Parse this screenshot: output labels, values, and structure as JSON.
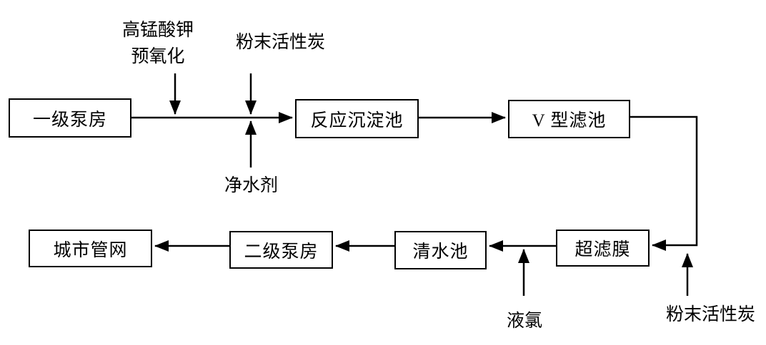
{
  "diagram_title": "water-treatment-process-flow",
  "nodes": {
    "primary_pump": "一级泵房",
    "reaction_sedimentation_tank": "反应沉淀池",
    "v_type_filter": "V 型滤池",
    "ultrafiltration_membrane": "超滤膜",
    "clear_water_tank": "清水池",
    "secondary_pump": "二级泵房",
    "city_pipe_network": "城市管网"
  },
  "annotations": {
    "potassium_permanganate_line1": "高锰酸钾",
    "potassium_permanganate_line2": "预氧化",
    "powdered_activated_carbon_top": "粉末活性炭",
    "water_purifier": "净水剂",
    "liquid_chlorine": "液氯",
    "powdered_activated_carbon_right": "粉末活性炭"
  },
  "colors": {
    "line": "#000000",
    "box_fill": "#ffffff",
    "background": "#ffffff",
    "text": "#000000"
  }
}
